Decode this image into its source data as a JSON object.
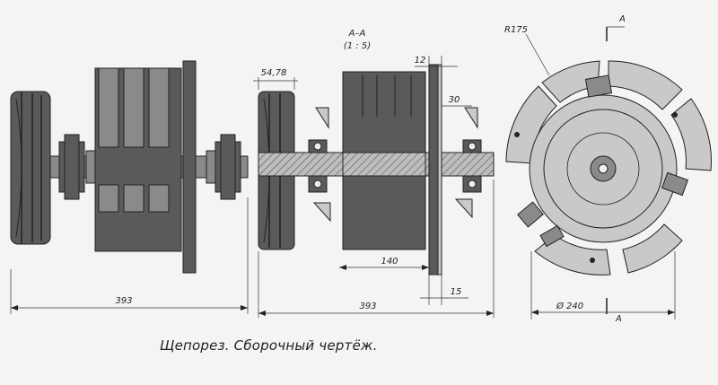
{
  "section_label": "А–А",
  "section_scale": "(1 : 5)",
  "cut_mark_top": "А",
  "cut_mark_bottom": "А",
  "dimensions": {
    "overall_left": "393",
    "overall_middle": "393",
    "pulley_width": "54,78",
    "disk_thickness": "12",
    "knife_size": "30",
    "rotor_offset": "140",
    "disk_offset": "15",
    "radius": "R175",
    "diameter": "Ø 240"
  },
  "caption": "Щепорез. Сборочный чертёж."
}
